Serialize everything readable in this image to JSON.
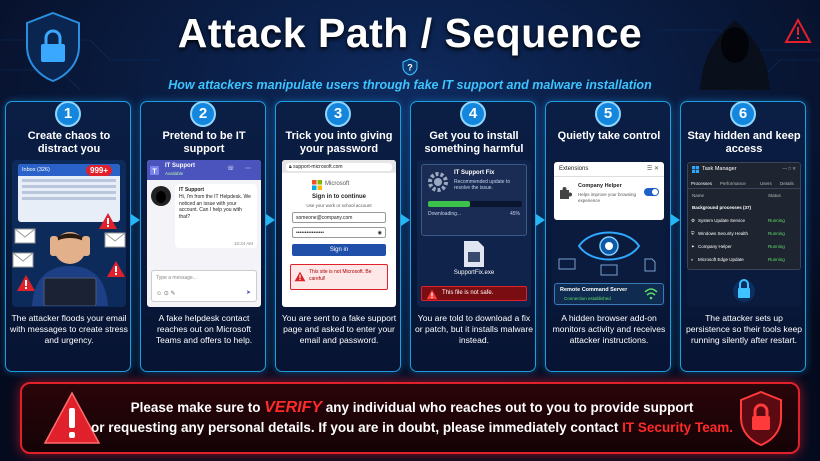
{
  "title": "Attack Path / Sequence",
  "subtitle": "How attackers manipulate users through fake IT support and malware installation",
  "steps": [
    {
      "num": "1",
      "title": "Create chaos to distract you",
      "desc": "The attacker floods your email with messages to create stress and urgency.",
      "inbox_label": "Inbox (326)",
      "badge": "999+"
    },
    {
      "num": "2",
      "title": "Pretend to be IT support",
      "desc": "A fake helpdesk contact reaches out on Microsoft Teams and offers to help.",
      "chat_name": "IT Support",
      "chat_status": "Available",
      "msg_sender": "IT Support",
      "msg_text": "Hi, I'm from the IT Helpdesk. We noticed an issue with your account. Can I help you with that?",
      "msg_time": "10:24 AM",
      "input_placeholder": "Type a message..."
    },
    {
      "num": "3",
      "title": "Trick you into giving your password",
      "desc": "You are sent to a fake support page and asked to enter your email and password.",
      "url": "support-microsoft.com",
      "brand": "Microsoft",
      "heading": "Sign in to continue",
      "sub": "Use your work or school account",
      "email_value": "someone@company.com",
      "password_value": "••••••••••••••••",
      "button": "Sign in",
      "warning": "This site is not Microsoft. Be careful!"
    },
    {
      "num": "4",
      "title": "Get you to install something harmful",
      "desc": "You are told to download a fix or patch, but it installs malware instead.",
      "app_title": "IT Support Fix",
      "app_sub": "Recommended update to resolve the issue.",
      "progress_label": "Downloading...",
      "progress_pct": "45%",
      "progress_value": 0.45,
      "file_name": "SupportFix.exe",
      "warning": "This file is not safe."
    },
    {
      "num": "5",
      "title": "Quietly take control",
      "desc": "A hidden browser add-on monitors activity and receives attacker instructions.",
      "ext_title": "Extensions",
      "ext_name": "Company Helper",
      "ext_sub": "Helps improve your browsing experience",
      "server_title": "Remote Command Server",
      "server_status": "Connection established"
    },
    {
      "num": "6",
      "title": "Stay hidden and keep access",
      "desc": "The attacker sets up persistence so their tools keep running silently after restart.",
      "tm_title": "Task Manager",
      "tabs": [
        "Processes",
        "Performance",
        "Users",
        "Details"
      ],
      "col_name": "Name",
      "col_status": "Status",
      "group": "Background processes (37)",
      "processes": [
        {
          "name": "System Update Service",
          "status": "Running"
        },
        {
          "name": "Windows Security Health",
          "status": "Running"
        },
        {
          "name": "Company Helper",
          "status": "Running"
        },
        {
          "name": "Microsoft Edge Update",
          "status": "Running"
        }
      ]
    }
  ],
  "banner": {
    "l1a": "Please make sure to ",
    "l1b": "VERIFY",
    "l1c": " any individual who reaches out to you to provide support",
    "l2a": "or requesting any personal details. If you are in doubt, please immediately contact ",
    "l2b": "IT Security Team."
  },
  "colors": {
    "accent": "#1b9fe0",
    "danger": "#e0202a",
    "bg": "#050b1e"
  }
}
